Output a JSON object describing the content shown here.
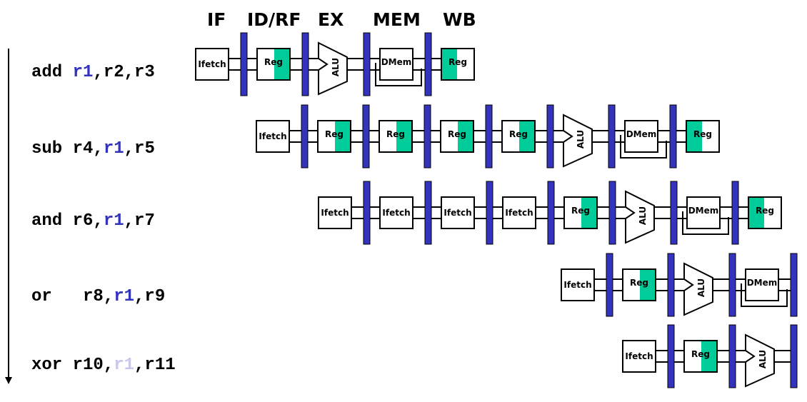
{
  "stage_labels": [
    {
      "text": "IF"
    },
    {
      "text": "ID/RF"
    },
    {
      "text": "EX"
    },
    {
      "text": "MEM"
    },
    {
      "text": "WB"
    }
  ],
  "colors": {
    "pipeline_register": "#3333bb",
    "reg_fill": "#00cc99",
    "highlight_r1": "#3333bb",
    "faded_r1": "#c8c8ea",
    "text": "#000000"
  },
  "box_labels": {
    "ifetch": "Ifetch",
    "reg": "Reg",
    "alu": "ALU",
    "dmem": "DMem"
  },
  "instructions": [
    {
      "segments": [
        {
          "text": "add ",
          "style": "normal"
        },
        {
          "text": "r1",
          "style": "highlight"
        },
        {
          "text": ",r2,r3",
          "style": "normal"
        }
      ],
      "pipeline": [
        "ifetch",
        "reg",
        "alu",
        "dmem",
        "wb"
      ]
    },
    {
      "segments": [
        {
          "text": "sub r4,",
          "style": "normal"
        },
        {
          "text": "r1",
          "style": "highlight"
        },
        {
          "text": ",r5",
          "style": "normal"
        }
      ],
      "pipeline": [
        "ifetch",
        "reg",
        "reg",
        "reg",
        "reg",
        "alu",
        "dmem",
        "wb"
      ]
    },
    {
      "segments": [
        {
          "text": "and r6,",
          "style": "normal"
        },
        {
          "text": "r1",
          "style": "highlight"
        },
        {
          "text": ",r7",
          "style": "normal"
        }
      ],
      "pipeline": [
        "ifetch",
        "ifetch",
        "ifetch",
        "ifetch",
        "reg",
        "alu",
        "dmem",
        "wb"
      ]
    },
    {
      "segments": [
        {
          "text": "or   r8,",
          "style": "normal"
        },
        {
          "text": "r1",
          "style": "highlight"
        },
        {
          "text": ",r9",
          "style": "normal"
        }
      ],
      "pipeline": [
        "ifetch",
        "reg",
        "alu",
        "dmem"
      ]
    },
    {
      "segments": [
        {
          "text": "xor r10,",
          "style": "normal"
        },
        {
          "text": "r1",
          "style": "faded"
        },
        {
          "text": ",r11",
          "style": "normal"
        }
      ],
      "pipeline": [
        "ifetch",
        "reg",
        "alu"
      ]
    }
  ]
}
